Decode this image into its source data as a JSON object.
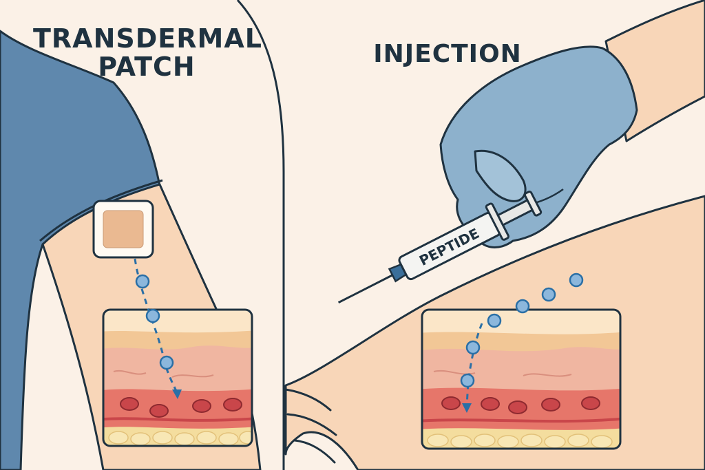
{
  "panels": {
    "left": {
      "title_line1": "TRANSDERMAL",
      "title_line2": "PATCH"
    },
    "right": {
      "title": "INJECTION"
    }
  },
  "syringe_label": "PEPTIDE",
  "colors": {
    "background": "#fbf1e7",
    "skin": "#f8d6b8",
    "shirt": "#5f88ad",
    "glove": "#8db1cc",
    "outline": "#1f3240",
    "particle": "#8cb7dc",
    "arrow": "#2a6fa6",
    "epidermis": "#f2c796",
    "dermis": "#f0b6a1",
    "vessel_layer": "#e6766a",
    "red_cell": "#c9464a",
    "fat": "#f4dd9e"
  }
}
